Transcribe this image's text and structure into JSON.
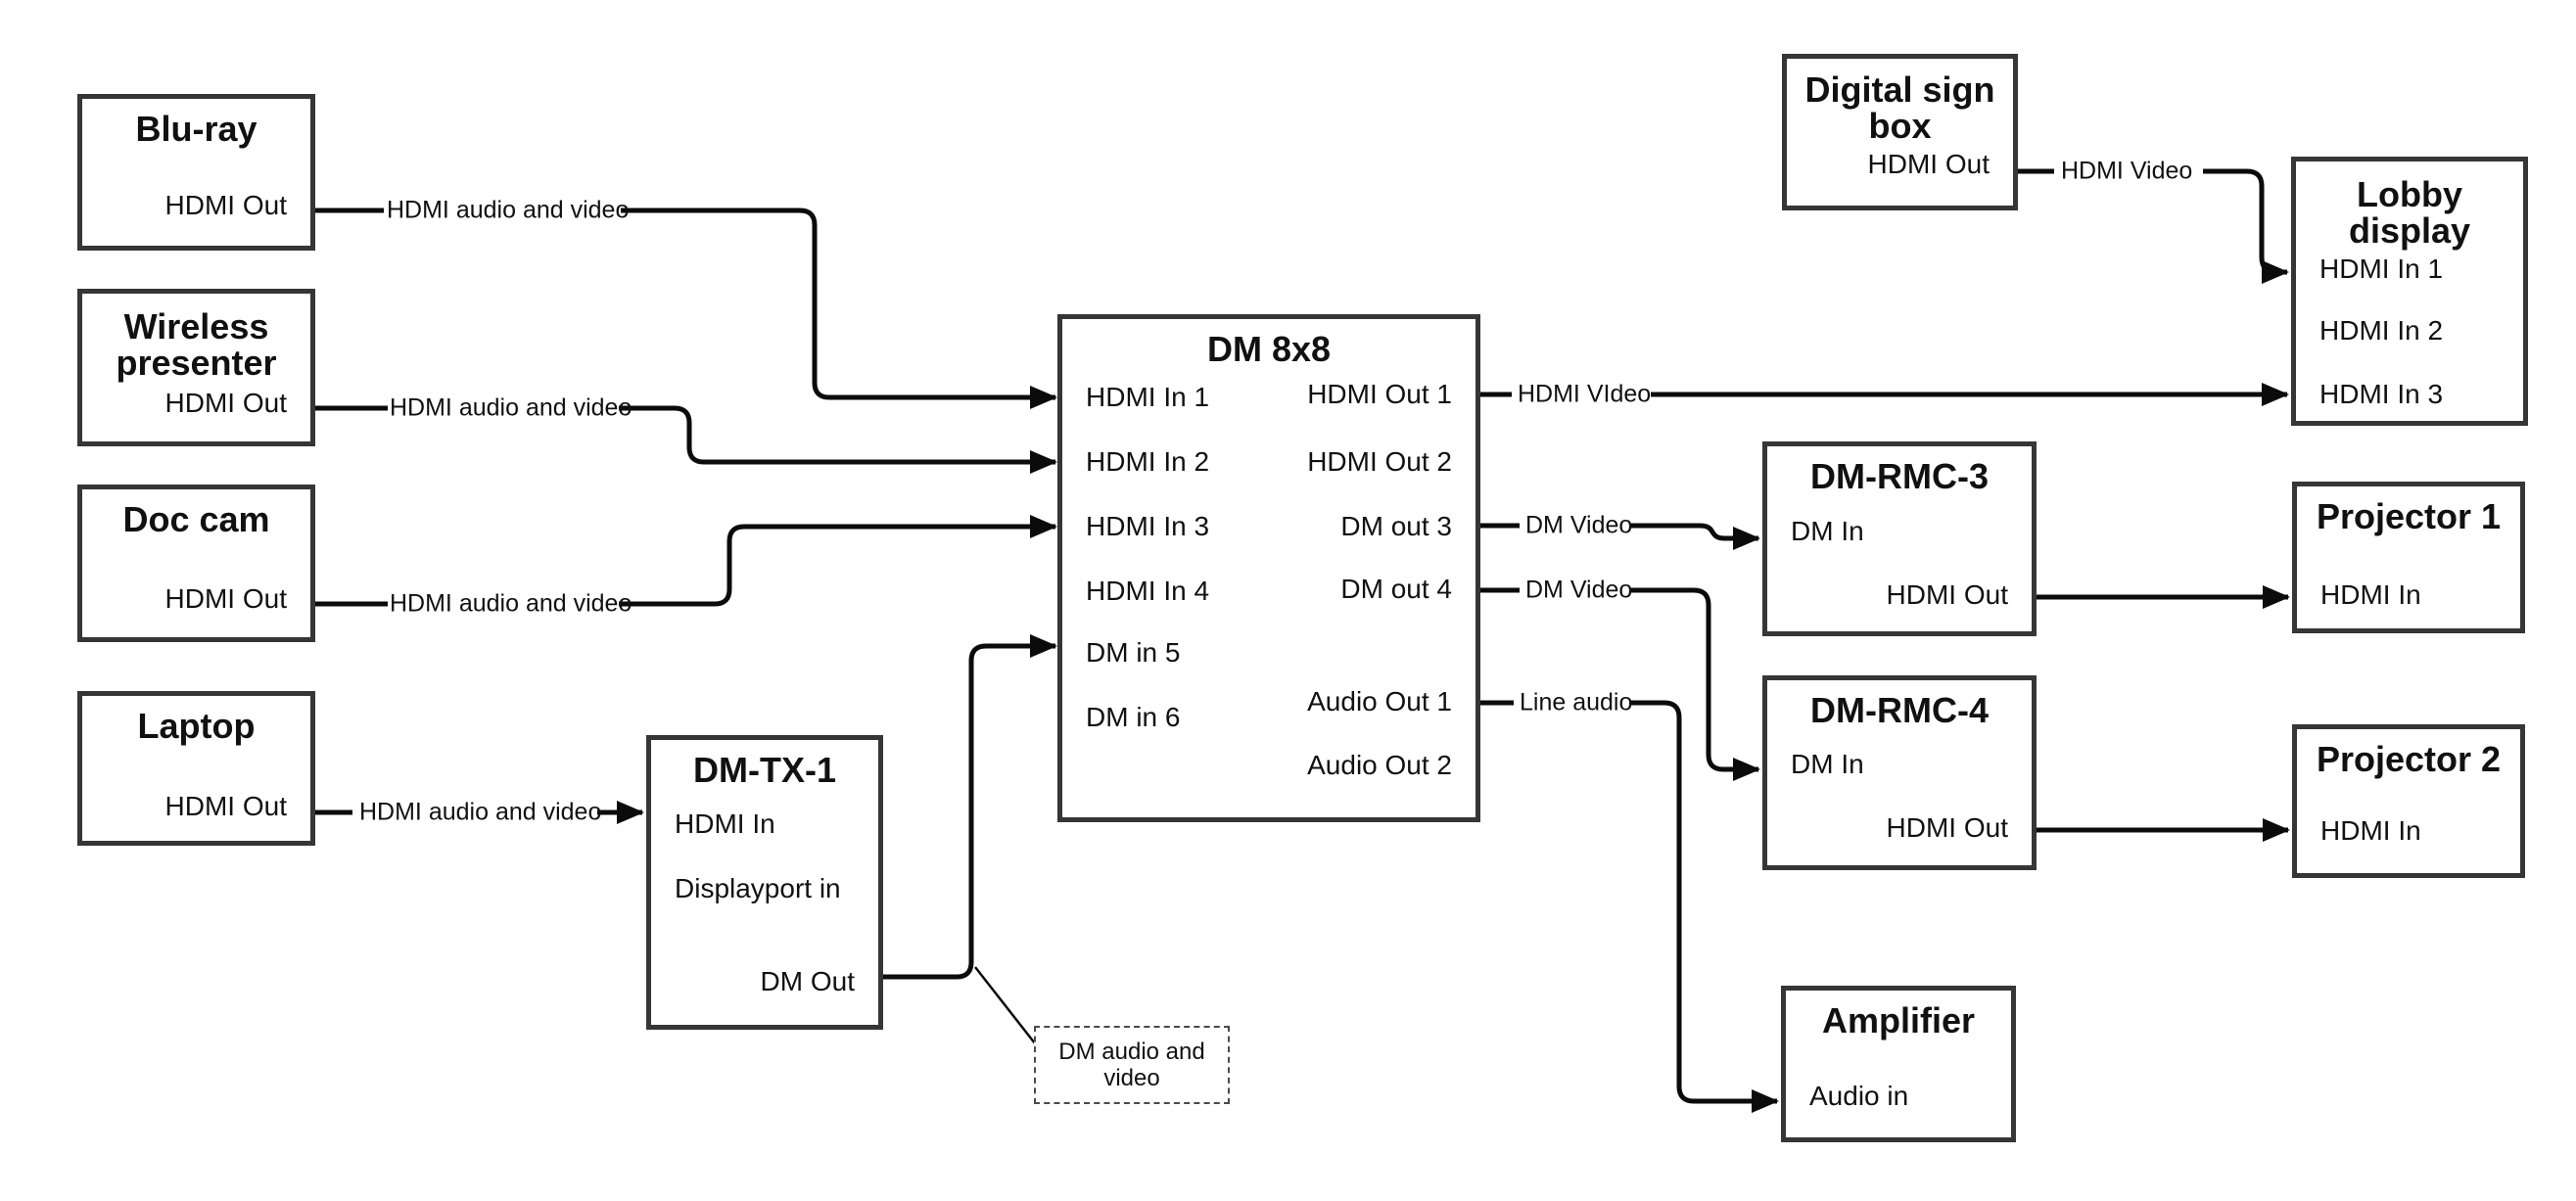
{
  "colors": {
    "background": "#ffffff",
    "line": "#0b0b0b",
    "box_border": "#363636",
    "text": "#111111"
  },
  "nodes": {
    "bluray": {
      "title": "Blu-ray",
      "ports": {
        "hdmi_out": "HDMI Out"
      }
    },
    "wireless": {
      "title": "Wireless\npresenter",
      "ports": {
        "hdmi_out": "HDMI Out"
      }
    },
    "doccam": {
      "title": "Doc cam",
      "ports": {
        "hdmi_out": "HDMI Out"
      }
    },
    "laptop": {
      "title": "Laptop",
      "ports": {
        "hdmi_out": "HDMI Out"
      }
    },
    "dmtx1": {
      "title": "DM-TX-1",
      "ports": {
        "hdmi_in": "HDMI In",
        "dp_in": "Displayport in",
        "dm_out": "DM Out"
      }
    },
    "dm8x8": {
      "title": "DM 8x8",
      "ports": {
        "in1": "HDMI In 1",
        "in2": "HDMI In 2",
        "in3": "HDMI In 3",
        "in4": "HDMI In 4",
        "in5": "DM in 5",
        "in6": "DM in 6",
        "out1": "HDMI Out 1",
        "out2": "HDMI Out 2",
        "out3": "DM out 3",
        "out4": "DM out 4",
        "aout1": "Audio Out 1",
        "aout2": "Audio Out 2"
      }
    },
    "signbox": {
      "title": "Digital sign\nbox",
      "ports": {
        "hdmi_out": "HDMI Out"
      }
    },
    "lobby": {
      "title": "Lobby\ndisplay",
      "ports": {
        "in1": "HDMI In 1",
        "in2": "HDMI In 2",
        "in3": "HDMI In 3"
      }
    },
    "rmc3": {
      "title": "DM-RMC-3",
      "ports": {
        "dm_in": "DM In",
        "hdmi_out": "HDMI Out"
      }
    },
    "proj1": {
      "title": "Projector 1",
      "ports": {
        "hdmi_in": "HDMI In"
      }
    },
    "rmc4": {
      "title": "DM-RMC-4",
      "ports": {
        "dm_in": "DM In",
        "hdmi_out": "HDMI Out"
      }
    },
    "proj2": {
      "title": "Projector 2",
      "ports": {
        "hdmi_in": "HDMI In"
      }
    },
    "amp": {
      "title": "Amplifier",
      "ports": {
        "audio_in": "Audio in"
      }
    }
  },
  "edge_labels": {
    "bluray": "HDMI audio and video",
    "wireless": "HDMI audio and video",
    "doccam": "HDMI audio and video",
    "laptop": "HDMI audio and video",
    "out1": "HDMI VIdeo",
    "out3": "DM Video",
    "out4": "DM Video",
    "audio1": "Line audio",
    "sign": "HDMI Video"
  },
  "note": {
    "text": "DM audio and\nvideo"
  }
}
